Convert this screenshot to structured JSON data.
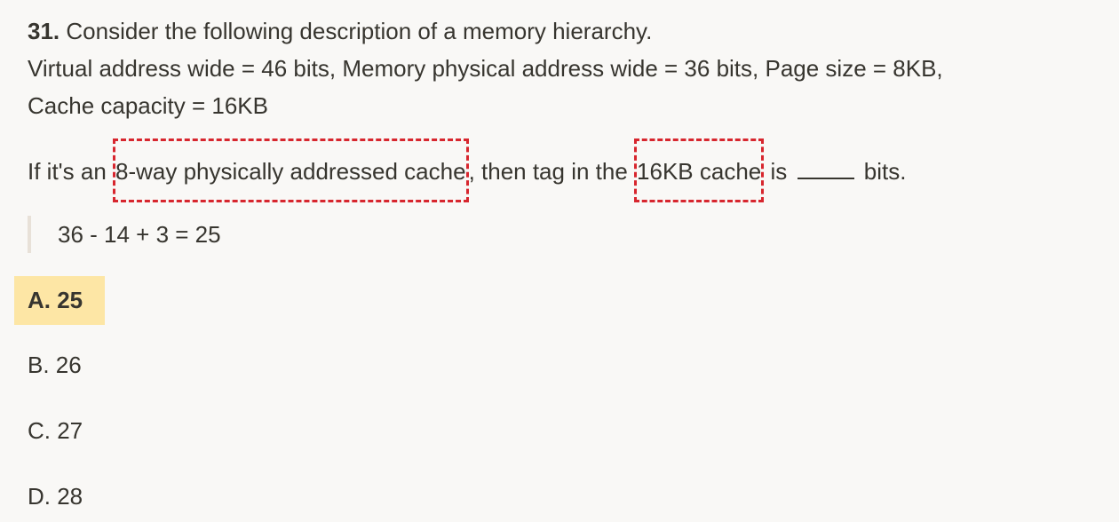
{
  "question": {
    "number": "31.",
    "intro": "Consider the following description of a memory hierarchy.",
    "spec_line1": "Virtual address wide = 46 bits, Memory physical address wide = 36 bits, Page size = 8KB,",
    "spec_line2": "Cache capacity = 16KB",
    "prompt_pre": "If it's an",
    "prompt_hl1": "8-way physically addressed cache",
    "prompt_mid": ", then tag in the",
    "prompt_hl2": "16KB cache",
    "prompt_post1": "is",
    "prompt_post2": "bits."
  },
  "explanation": "36 - 14 + 3 = 25",
  "options": [
    {
      "label": "A. 25",
      "selected": true
    },
    {
      "label": "B. 26",
      "selected": false
    },
    {
      "label": "C. 27",
      "selected": false
    },
    {
      "label": "D. 28",
      "selected": false
    }
  ],
  "colors": {
    "highlight_border": "#d7262e",
    "selected_bg": "#fde6a5",
    "quote_bar": "#e8e1d8",
    "text": "#37352f",
    "background": "#f9f8f6"
  }
}
